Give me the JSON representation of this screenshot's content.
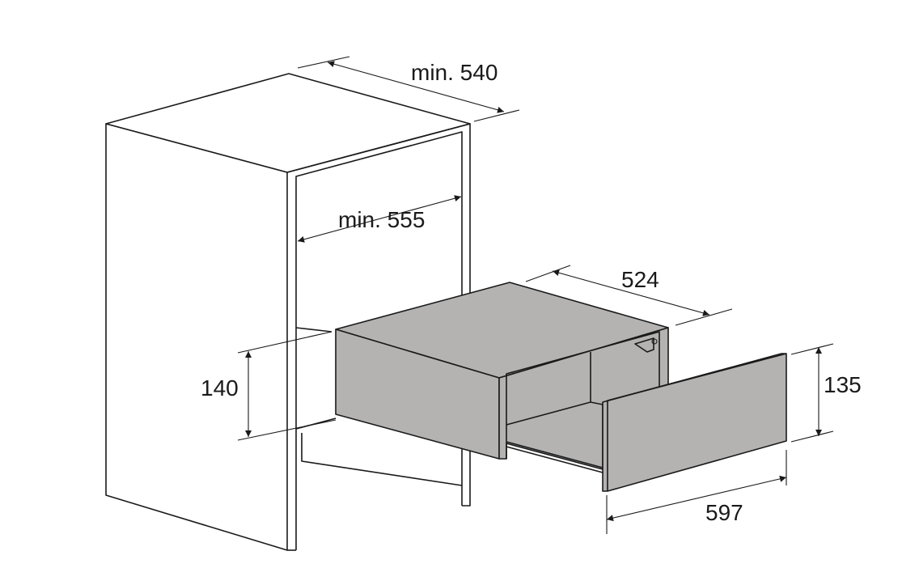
{
  "dimensions": {
    "cabinet_depth": "min. 540",
    "cabinet_inner_width": "min. 555",
    "drawer_depth": "524",
    "niche_height": "140",
    "front_height": "135",
    "front_width": "597"
  },
  "colors": {
    "appliance": "#b4b3b2",
    "line": "#1a1a1a"
  }
}
